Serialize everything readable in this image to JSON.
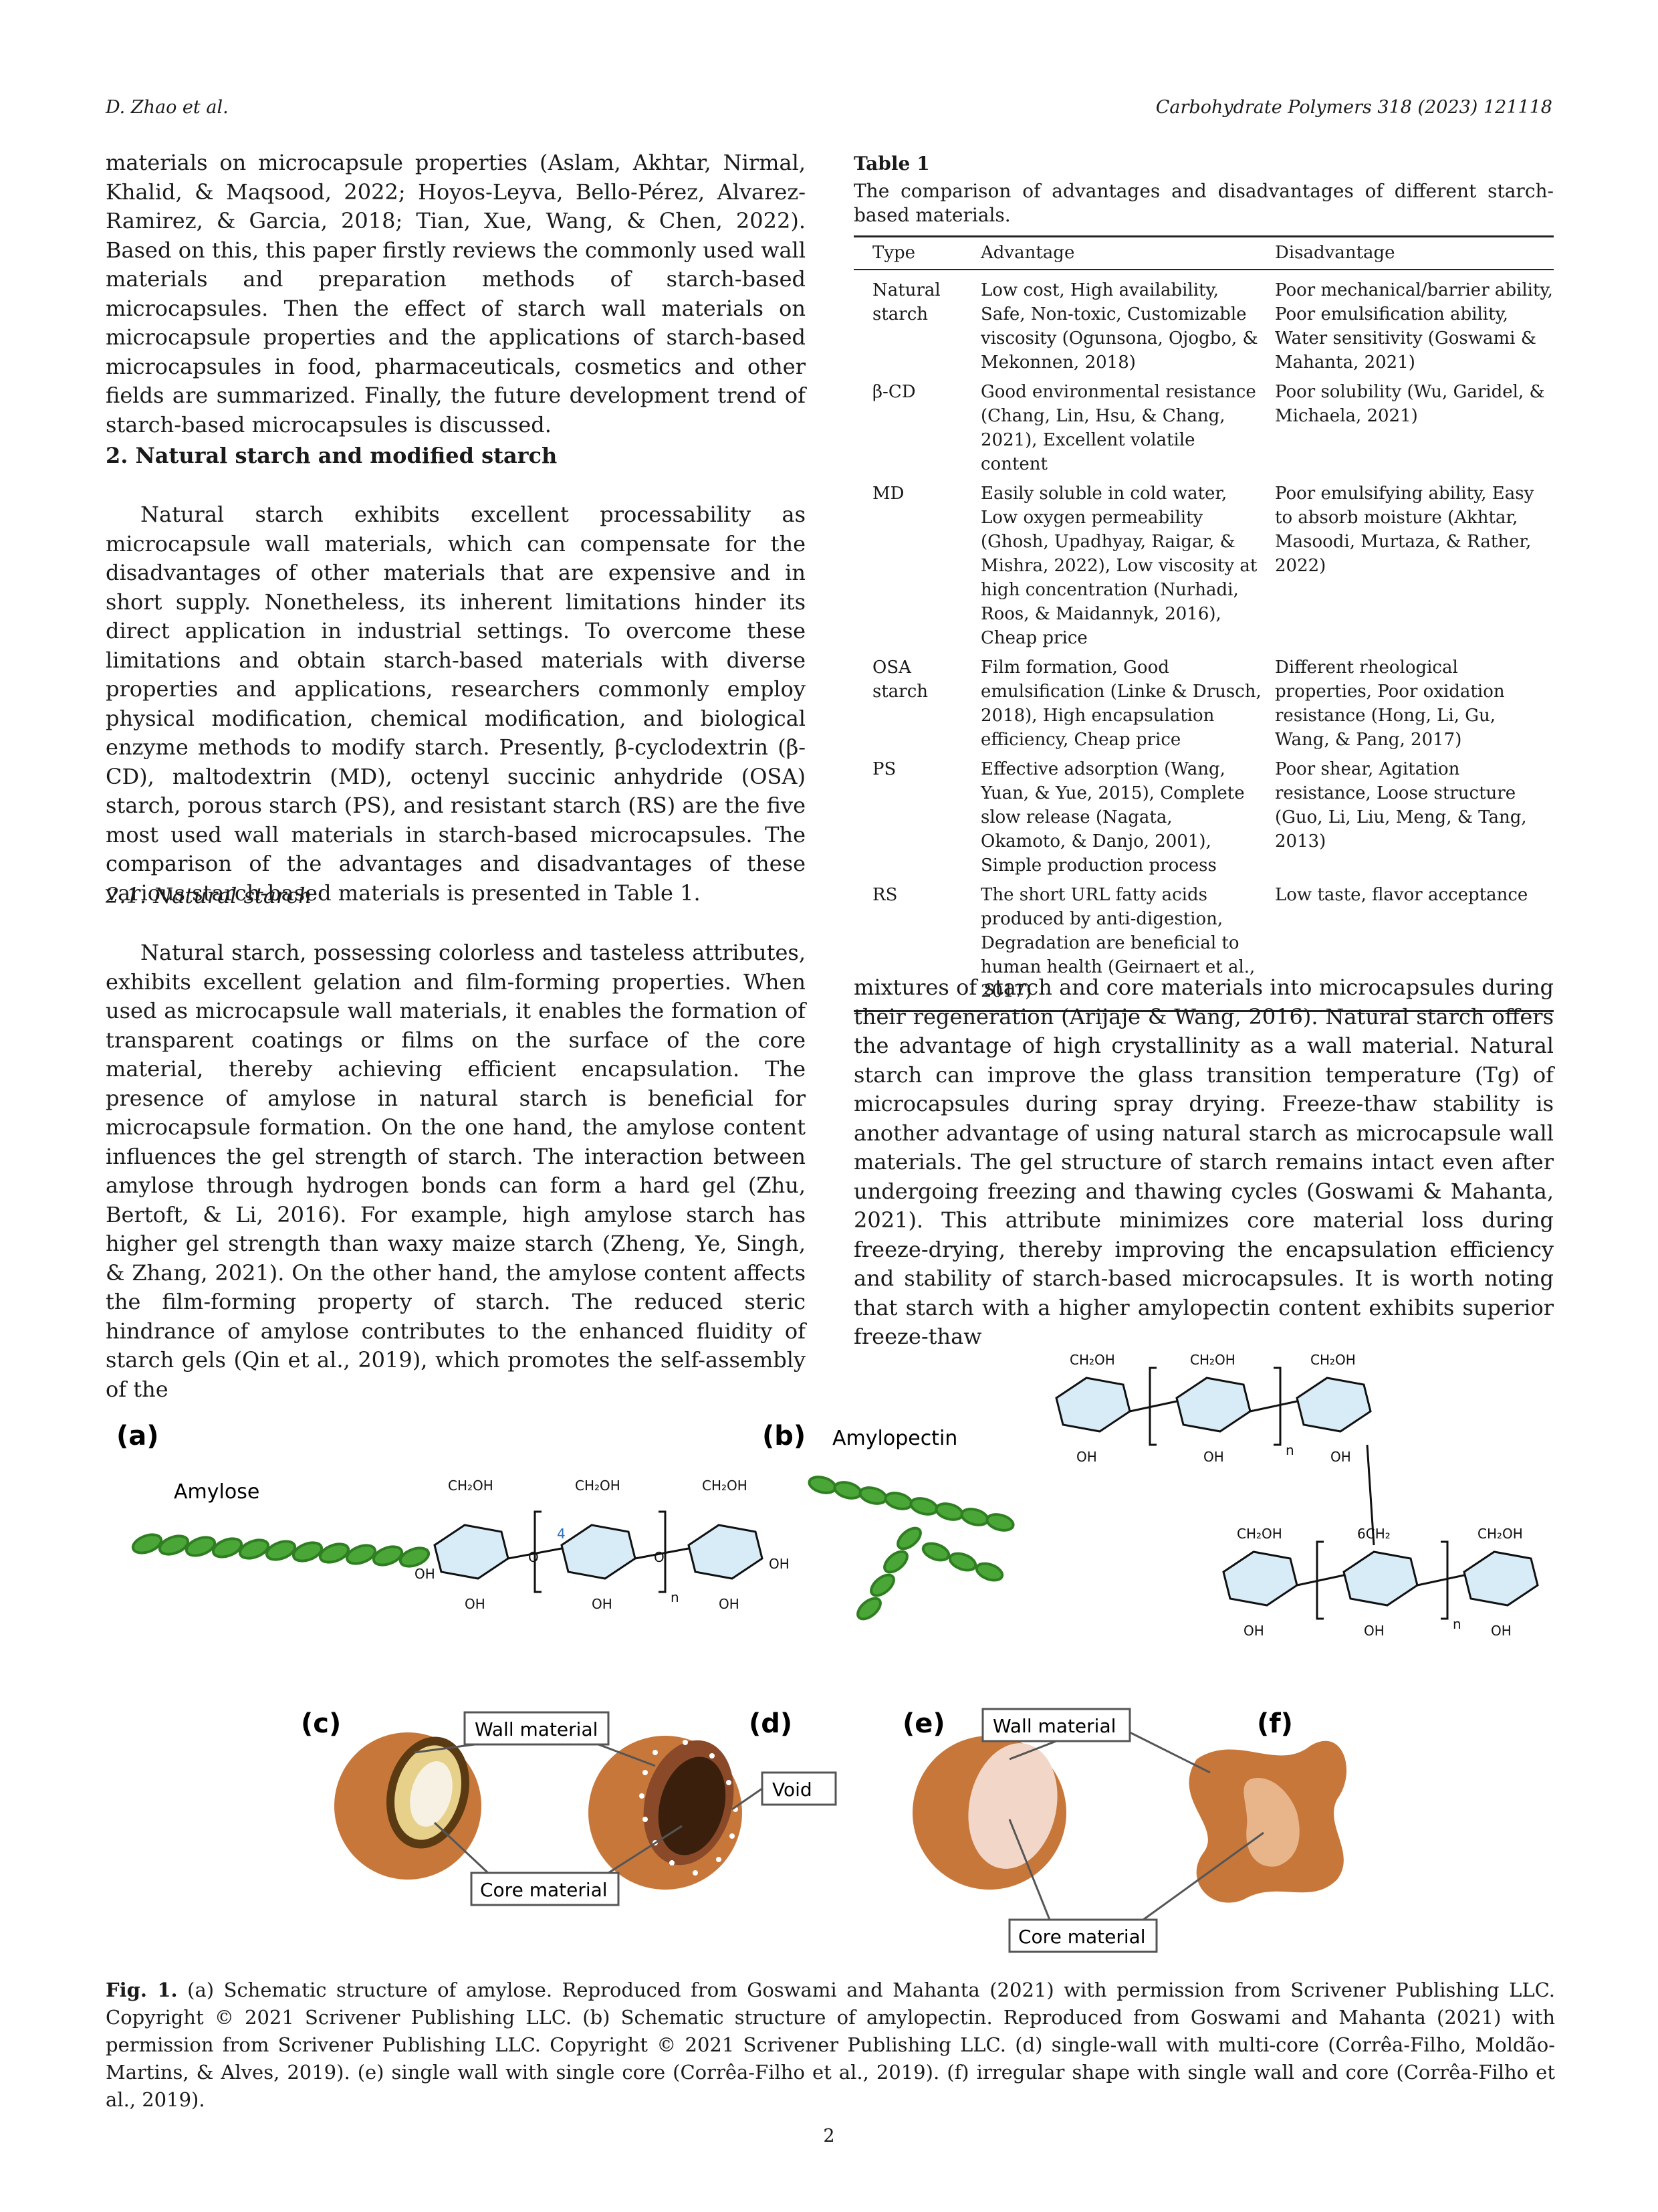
{
  "header": {
    "author": "D. Zhao et al.",
    "journal": "Carbohydrate Polymers 318 (2023) 121118"
  },
  "left_col": {
    "p1": "materials on microcapsule properties (Aslam, Akhtar, Nirmal, Khalid, & Maqsood, 2022; Hoyos-Leyva, Bello-Pérez, Alvarez-Ramirez, & Garcia, 2018; Tian, Xue, Wang, & Chen, 2022). Based on this, this paper firstly reviews the commonly used wall materials and preparation methods of starch-based microcapsules. Then the effect of starch wall materials on microcapsule properties and the applications of starch-based microcapsules in food, pharmaceuticals, cosmetics and other fields are summarized. Finally, the future development trend of starch-based microcapsules is discussed.",
    "sec2_title": "2.  Natural starch and modified starch",
    "p2": "Natural starch exhibits excellent processability as microcapsule wall materials, which can compensate for the disadvantages of other materials that are expensive and in short supply. Nonetheless, its inherent limitations hinder its direct application in industrial settings. To overcome these limitations and obtain starch-based materials with diverse properties and applications, researchers commonly employ physical modification, chemical modification, and biological enzyme methods to modify starch. Presently, β-cyclodextrin (β-CD), maltodextrin (MD), octenyl succinic anhydride (OSA) starch, porous starch (PS), and resistant starch (RS) are the five most used wall materials in starch-based microcapsules. The comparison of the advantages and disadvantages of these various starch-based materials is presented in Table 1.",
    "sec21_title": "2.1.  Natural starch",
    "p3": "Natural starch, possessing colorless and tasteless attributes, exhibits excellent gelation and film-forming properties. When used as microcapsule wall materials, it enables the formation of transparent coatings or films on the surface of the core material, thereby achieving efficient encapsulation. The presence of amylose in natural starch is beneficial for microcapsule formation. On the one hand, the amylose content influences the gel strength of starch. The interaction between amylose through hydrogen bonds can form a hard gel (Zhu, Bertoft, & Li, 2016). For example, high amylose starch has higher gel strength than waxy maize starch (Zheng, Ye, Singh, & Zhang, 2021). On the other hand, the amylose content affects the film-forming property of starch. The reduced steric hindrance of amylose contributes to the enhanced fluidity of starch gels (Qin et al., 2019), which promotes the self-assembly of the"
  },
  "right_col": {
    "p1": "mixtures of starch and core materials into microcapsules during their regeneration (Arijaje & Wang, 2016). Natural starch offers the advantage of high crystallinity as a wall material. Natural starch can improve the glass transition temperature (Tg) of microcapsules during spray drying. Freeze-thaw stability is another advantage of using natural starch as microcapsule wall materials. The gel structure of starch remains intact even after undergoing freezing and thawing cycles (Goswami & Mahanta, 2021). This attribute minimizes core material loss during freeze-drying, thereby improving the encapsulation efficiency and stability of starch-based microcapsules. It is worth noting that starch with a higher amylopectin content exhibits superior freeze-thaw"
  },
  "table1": {
    "label": "Table 1",
    "caption": "The comparison of advantages and disadvantages of different starch-based materials.",
    "headers": [
      "Type",
      "Advantage",
      "Disadvantage"
    ],
    "rows": [
      {
        "type": "Natural starch",
        "adv": "Low cost, High availability, Safe, Non-toxic, Customizable viscosity (Ogunsona, Ojogbo, & Mekonnen, 2018)",
        "dis": "Poor mechanical/barrier ability, Poor emulsification ability, Water sensitivity (Goswami & Mahanta, 2021)"
      },
      {
        "type": "β-CD",
        "adv": "Good environmental resistance (Chang, Lin, Hsu, & Chang, 2021), Excellent volatile content",
        "dis": "Poor solubility (Wu, Garidel, & Michaela, 2021)"
      },
      {
        "type": "MD",
        "adv": "Easily soluble in cold water, Low oxygen permeability (Ghosh, Upadhyay, Raigar, & Mishra, 2022), Low viscosity at high concentration (Nurhadi, Roos, & Maidannyk, 2016), Cheap price",
        "dis": "Poor emulsifying ability, Easy to absorb moisture (Akhtar, Masoodi, Murtaza, & Rather, 2022)"
      },
      {
        "type": "OSA starch",
        "adv": "Film formation, Good emulsification (Linke & Drusch, 2018), High encapsulation efficiency, Cheap price",
        "dis": "Different rheological properties, Poor oxidation resistance (Hong, Li, Gu, Wang, & Pang, 2017)"
      },
      {
        "type": "PS",
        "adv": "Effective adsorption (Wang, Yuan, & Yue, 2015), Complete slow release (Nagata, Okamoto, & Danjo, 2001), Simple production process",
        "dis": "Poor shear, Agitation resistance, Loose structure (Guo, Li, Liu, Meng, & Tang, 2013)"
      },
      {
        "type": "RS",
        "adv": "The short URL fatty acids produced by anti-digestion, Degradation are beneficial to human health (Geirnaert et al., 2017)",
        "dis": "Low taste, flavor acceptance"
      }
    ]
  },
  "figure": {
    "panel_labels": [
      "(a)",
      "(b)",
      "(c)",
      "(d)",
      "(e)",
      "(f)"
    ],
    "amylose": "Amylose",
    "amylopectin": "Amylopectin",
    "wall_material": "Wall material",
    "core_material": "Core material",
    "void": "Void",
    "ch2oh": "CH₂OH",
    "ch2_6": "6CH₂",
    "oh": "OH",
    "o": "O",
    "n": "n",
    "c4": "4",
    "colors": {
      "helix": "#3d9a2b",
      "shell": "#c8773a",
      "ring": "#d8ecf8"
    }
  },
  "caption": {
    "label": "Fig. 1.",
    "text": " (a) Schematic structure of amylose. Reproduced from Goswami and Mahanta (2021) with permission from Scrivener Publishing LLC. Copyright © 2021 Scrivener Publishing LLC. (b) Schematic structure of amylopectin. Reproduced from Goswami and Mahanta (2021) with permission from Scrivener Publishing LLC. Copyright © 2021 Scrivener Publishing LLC. (d) single-wall with multi-core (Corrêa-Filho, Moldão-Martins, & Alves, 2019). (e) single wall with single core (Corrêa-Filho et al., 2019). (f) irregular shape with single wall and core (Corrêa-Filho et al., 2019)."
  },
  "page_number": "2"
}
